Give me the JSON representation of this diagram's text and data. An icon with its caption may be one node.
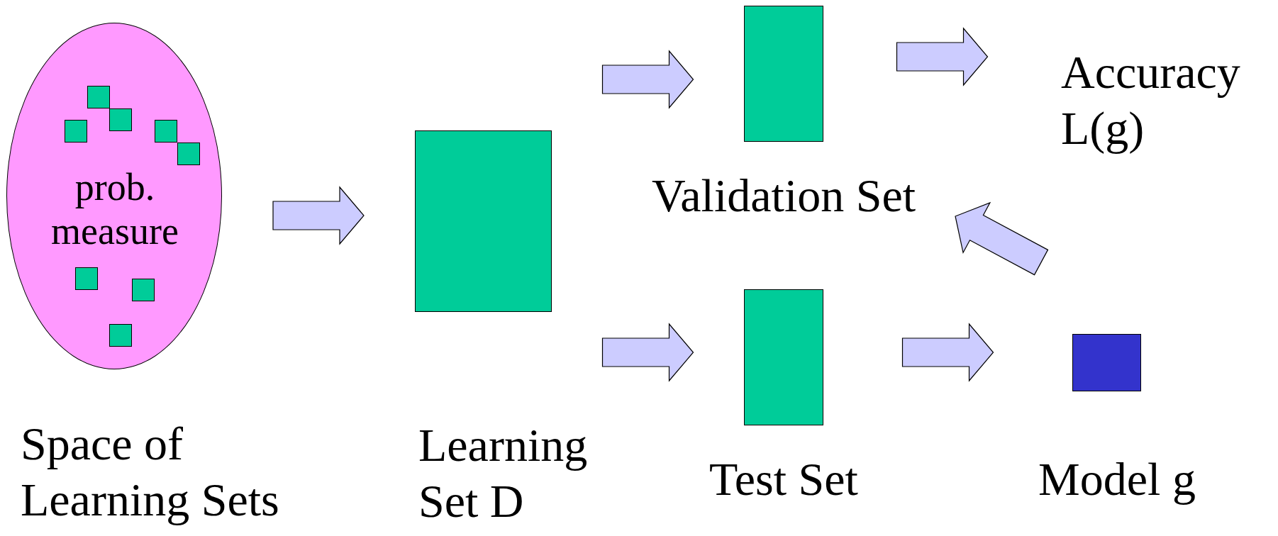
{
  "diagram": {
    "nodes": [
      {
        "text": [
          "prob. measure"
        ],
        "beside": [
          "Space of Learning Sets"
        ]
      },
      {
        "text": [],
        "shape": "box",
        "in": 0
      },
      {
        "text": [],
        "shape": "box",
        "in": 0
      },
      {
        "text": [],
        "shape": "box",
        "in": 0
      },
      {
        "text": [],
        "shape": "box",
        "in": 0
      },
      {
        "text": [],
        "shape": "box",
        "in": 0
      },
      {
        "text": [],
        "shape": "box",
        "in": 0
      },
      {
        "text": [],
        "shape": "box",
        "in": 0
      },
      {
        "text": [],
        "shape": "box",
        "in": 0
      },
      {
        "text": [],
        "shape": "box",
        "beside": [
          "Learning Set D"
        ]
      },
      {
        "text": [],
        "shape": "box",
        "beside": [
          "Validation Set"
        ]
      },
      {
        "text": [],
        "shape": "box",
        "beside": [
          "Test Set"
        ]
      },
      {
        "text": [
          "Accuracy L(g)"
        ]
      },
      {
        "text": [],
        "shape": "box",
        "beside": [
          "Model g"
        ]
      }
    ],
    "edges": [
      {
        "from": 0,
        "to": 9,
        "arrow": "to"
      },
      {
        "from": 9,
        "to": 10,
        "arrow": "to"
      },
      {
        "from": 9,
        "to": 11,
        "arrow": "to"
      },
      {
        "from": 10,
        "to": 12,
        "arrow": "to"
      },
      {
        "from": 11,
        "to": 13,
        "arrow": "to"
      },
      {
        "from": 13,
        "to": 10,
        "arrow": "to"
      }
    ]
  }
}
